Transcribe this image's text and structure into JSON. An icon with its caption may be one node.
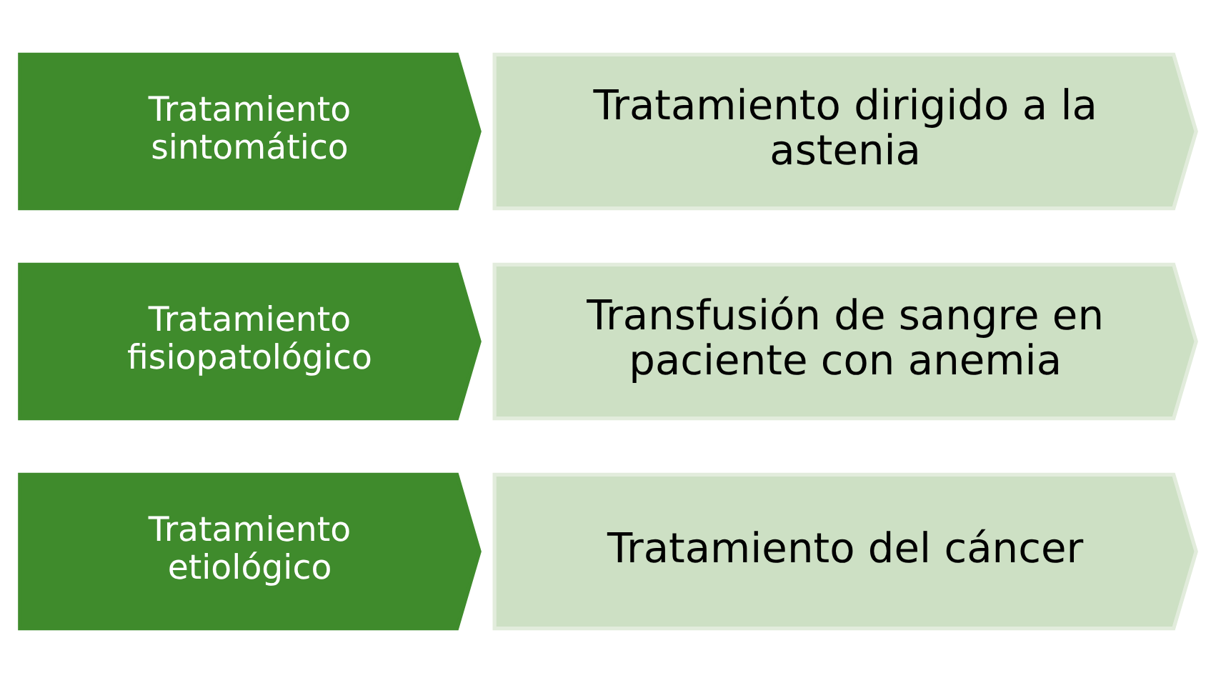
{
  "diagram": {
    "nodes": [
      {
        "text": [
          "Tratamiento etiológico"
        ]
      },
      {
        "text": [
          "Tratamiento del cáncer"
        ]
      },
      {
        "text": [
          "Tratamiento fisiopatológico"
        ]
      },
      {
        "text": [
          "Transfusión de sangre en paciente con anemia"
        ]
      },
      {
        "text": [
          "Tratamiento sintomático"
        ]
      },
      {
        "text": [
          "Tratamiento dirigido a la astenia"
        ]
      }
    ]
  }
}
